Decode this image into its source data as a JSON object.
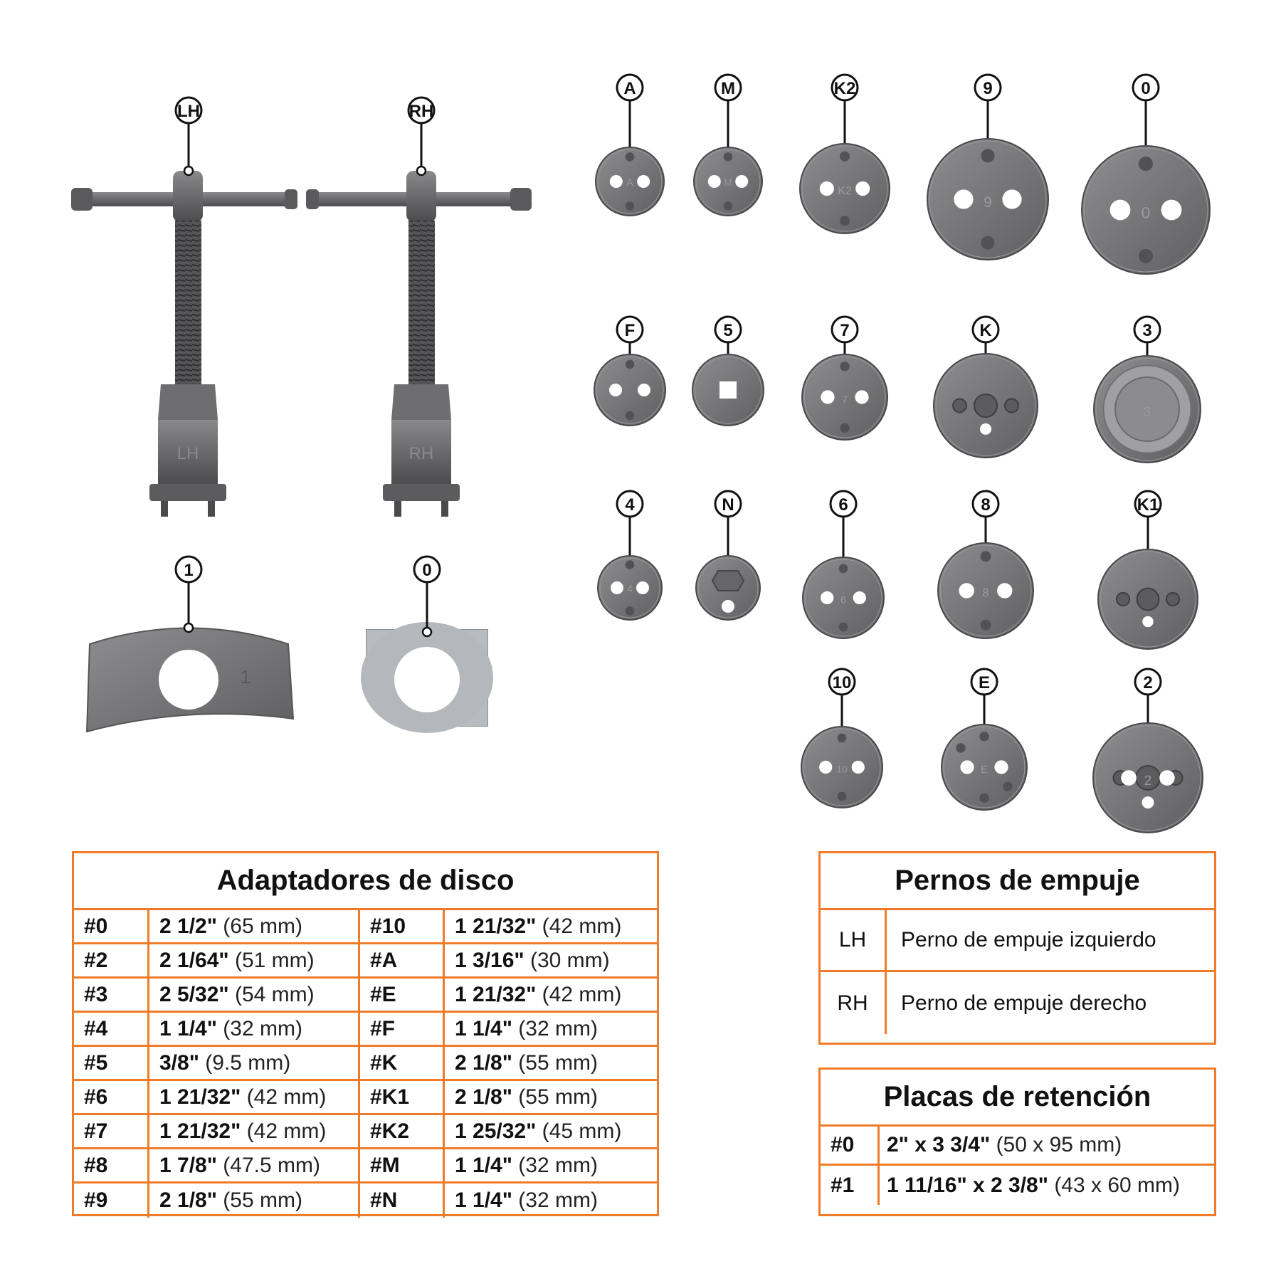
{
  "colors": {
    "accent": "#f07c2a",
    "metal": "#78787a",
    "metal_dark": "#4e4e50"
  },
  "tools": {
    "lh_label": "LH",
    "rh_label": "RH",
    "lh_engraving": "LH",
    "rh_engraving": "RH"
  },
  "plates": {
    "plate1_label": "1",
    "plate1_engraving": "1",
    "plate0_label": "0"
  },
  "adapters": [
    {
      "label": "A",
      "engraving": "A"
    },
    {
      "label": "M",
      "engraving": "M"
    },
    {
      "label": "K2",
      "engraving": "K2"
    },
    {
      "label": "9",
      "engraving": "9"
    },
    {
      "label": "0",
      "engraving": "0"
    },
    {
      "label": "F",
      "engraving": ""
    },
    {
      "label": "5",
      "engraving": ""
    },
    {
      "label": "7",
      "engraving": "7"
    },
    {
      "label": "K",
      "engraving": ""
    },
    {
      "label": "3",
      "engraving": "3"
    },
    {
      "label": "4",
      "engraving": "4"
    },
    {
      "label": "N",
      "engraving": ""
    },
    {
      "label": "6",
      "engraving": "6"
    },
    {
      "label": "8",
      "engraving": "8"
    },
    {
      "label": "K1",
      "engraving": ""
    },
    {
      "label": "10",
      "engraving": "10"
    },
    {
      "label": "E",
      "engraving": "E"
    },
    {
      "label": "2",
      "engraving": "2"
    }
  ],
  "disc_table": {
    "title": "Adaptadores de disco",
    "rows": [
      {
        "id1": "#0",
        "size1": "2 1/2\"",
        "mm1": "(65 mm)",
        "id2": "#10",
        "size2": "1 21/32\"",
        "mm2": "(42 mm)"
      },
      {
        "id1": "#2",
        "size1": "2 1/64\"",
        "mm1": "(51 mm)",
        "id2": "#A",
        "size2": "1 3/16\"",
        "mm2": "(30 mm)"
      },
      {
        "id1": "#3",
        "size1": "2 5/32\"",
        "mm1": "(54 mm)",
        "id2": "#E",
        "size2": "1 21/32\"",
        "mm2": "(42 mm)"
      },
      {
        "id1": "#4",
        "size1": "1 1/4\"",
        "mm1": "(32 mm)",
        "id2": "#F",
        "size2": "1 1/4\"",
        "mm2": "(32 mm)"
      },
      {
        "id1": "#5",
        "size1": "3/8\"",
        "mm1": "(9.5 mm)",
        "id2": "#K",
        "size2": "2 1/8\"",
        "mm2": "(55 mm)"
      },
      {
        "id1": "#6",
        "size1": "1 21/32\"",
        "mm1": "(42 mm)",
        "id2": "#K1",
        "size2": "2 1/8\"",
        "mm2": "(55 mm)"
      },
      {
        "id1": "#7",
        "size1": "1 21/32\"",
        "mm1": "(42 mm)",
        "id2": "#K2",
        "size2": "1 25/32\"",
        "mm2": "(45 mm)"
      },
      {
        "id1": "#8",
        "size1": "1 7/8\"",
        "mm1": "(47.5 mm)",
        "id2": "#M",
        "size2": "1 1/4\"",
        "mm2": "(32 mm)"
      },
      {
        "id1": "#9",
        "size1": "2 1/8\"",
        "mm1": "(55 mm)",
        "id2": "#N",
        "size2": "1 1/4\"",
        "mm2": "(32 mm)"
      }
    ]
  },
  "push_table": {
    "title": "Pernos de empuje",
    "rows": [
      {
        "id": "LH",
        "desc": "Perno de empuje izquierdo"
      },
      {
        "id": "RH",
        "desc": "Perno de empuje derecho"
      }
    ]
  },
  "retention_table": {
    "title": "Placas de retención",
    "rows": [
      {
        "id": "#0",
        "size": "2\" x 3 3/4\"",
        "mm": "(50 x 95 mm)"
      },
      {
        "id": "#1",
        "size": "1 11/16\" x 2 3/8\"",
        "mm": "(43 x 60 mm)"
      }
    ]
  }
}
